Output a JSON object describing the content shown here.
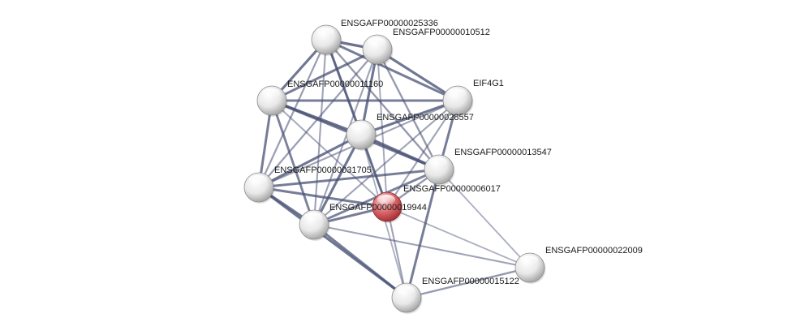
{
  "colors": {
    "background": "#ffffff",
    "edge": "#4a5275",
    "node_default": "#e6e6e6",
    "node_query": "#d9575b",
    "label": "#1a1a1a"
  },
  "nodes": [
    {
      "id": "n25336",
      "label": "ENSGAFP00000025336",
      "query": false
    },
    {
      "id": "n10512",
      "label": "ENSGAFP00000010512",
      "query": false
    },
    {
      "id": "n11160",
      "label": "ENSGAFP00000011160",
      "query": false
    },
    {
      "id": "eif4g1",
      "label": "EIF4G1",
      "query": false
    },
    {
      "id": "n28557",
      "label": "ENSGAFP00000028557",
      "query": false
    },
    {
      "id": "n13547",
      "label": "ENSGAFP00000013547",
      "query": false
    },
    {
      "id": "n31705",
      "label": "ENSGAFP00000031705",
      "query": false
    },
    {
      "id": "n06017",
      "label": "ENSGAFP00000006017",
      "query": true
    },
    {
      "id": "n19944",
      "label": "ENSGAFP00000019944",
      "query": false
    },
    {
      "id": "n22009",
      "label": "ENSGAFP00000022009",
      "query": false
    },
    {
      "id": "n15122",
      "label": "ENSGAFP00000015122",
      "query": false
    }
  ],
  "edges": [
    {
      "source": "n25336",
      "target": "n10512",
      "score": 0.95
    },
    {
      "source": "n25336",
      "target": "n11160",
      "score": 0.9
    },
    {
      "source": "n25336",
      "target": "eif4g1",
      "score": 0.85
    },
    {
      "source": "n25336",
      "target": "n28557",
      "score": 0.9
    },
    {
      "source": "n25336",
      "target": "n13547",
      "score": 0.6
    },
    {
      "source": "n25336",
      "target": "n31705",
      "score": 0.55
    },
    {
      "source": "n25336",
      "target": "n19944",
      "score": 0.5
    },
    {
      "source": "n25336",
      "target": "n06017",
      "score": 0.45
    },
    {
      "source": "n10512",
      "target": "n11160",
      "score": 0.85
    },
    {
      "source": "n10512",
      "target": "eif4g1",
      "score": 0.9
    },
    {
      "source": "n10512",
      "target": "n28557",
      "score": 0.9
    },
    {
      "source": "n10512",
      "target": "n13547",
      "score": 0.6
    },
    {
      "source": "n10512",
      "target": "n31705",
      "score": 0.55
    },
    {
      "source": "n10512",
      "target": "n19944",
      "score": 0.5
    },
    {
      "source": "n10512",
      "target": "n06017",
      "score": 0.45
    },
    {
      "source": "n11160",
      "target": "eif4g1",
      "score": 0.85
    },
    {
      "source": "n11160",
      "target": "n28557",
      "score": 0.95
    },
    {
      "source": "n11160",
      "target": "n13547",
      "score": 0.9
    },
    {
      "source": "n11160",
      "target": "n31705",
      "score": 0.85
    },
    {
      "source": "n11160",
      "target": "n19944",
      "score": 0.8
    },
    {
      "source": "n11160",
      "target": "n06017",
      "score": 0.45
    },
    {
      "source": "eif4g1",
      "target": "n28557",
      "score": 0.9
    },
    {
      "source": "eif4g1",
      "target": "n13547",
      "score": 0.85
    },
    {
      "source": "eif4g1",
      "target": "n31705",
      "score": 0.5
    },
    {
      "source": "eif4g1",
      "target": "n19944",
      "score": 0.5
    },
    {
      "source": "eif4g1",
      "target": "n06017",
      "score": 0.5
    },
    {
      "source": "n28557",
      "target": "n13547",
      "score": 0.95
    },
    {
      "source": "n28557",
      "target": "n31705",
      "score": 0.9
    },
    {
      "source": "n28557",
      "target": "n19944",
      "score": 0.9
    },
    {
      "source": "n28557",
      "target": "n06017",
      "score": 0.85
    },
    {
      "source": "n28557",
      "target": "n15122",
      "score": 0.4
    },
    {
      "source": "n13547",
      "target": "n31705",
      "score": 0.85
    },
    {
      "source": "n13547",
      "target": "n19944",
      "score": 0.8
    },
    {
      "source": "n13547",
      "target": "n06017",
      "score": 0.6
    },
    {
      "source": "n13547",
      "target": "n15122",
      "score": 0.85
    },
    {
      "source": "n13547",
      "target": "n22009",
      "score": 0.4
    },
    {
      "source": "n31705",
      "target": "n19944",
      "score": 0.9
    },
    {
      "source": "n31705",
      "target": "n06017",
      "score": 0.85
    },
    {
      "source": "n31705",
      "target": "n15122",
      "score": 0.9
    },
    {
      "source": "n19944",
      "target": "n06017",
      "score": 0.85
    },
    {
      "source": "n19944",
      "target": "n15122",
      "score": 0.85
    },
    {
      "source": "n19944",
      "target": "n22009",
      "score": 0.5
    },
    {
      "source": "n06017",
      "target": "n15122",
      "score": 0.5
    },
    {
      "source": "n06017",
      "target": "n22009",
      "score": 0.4
    },
    {
      "source": "n15122",
      "target": "n22009",
      "score": 0.6
    }
  ]
}
